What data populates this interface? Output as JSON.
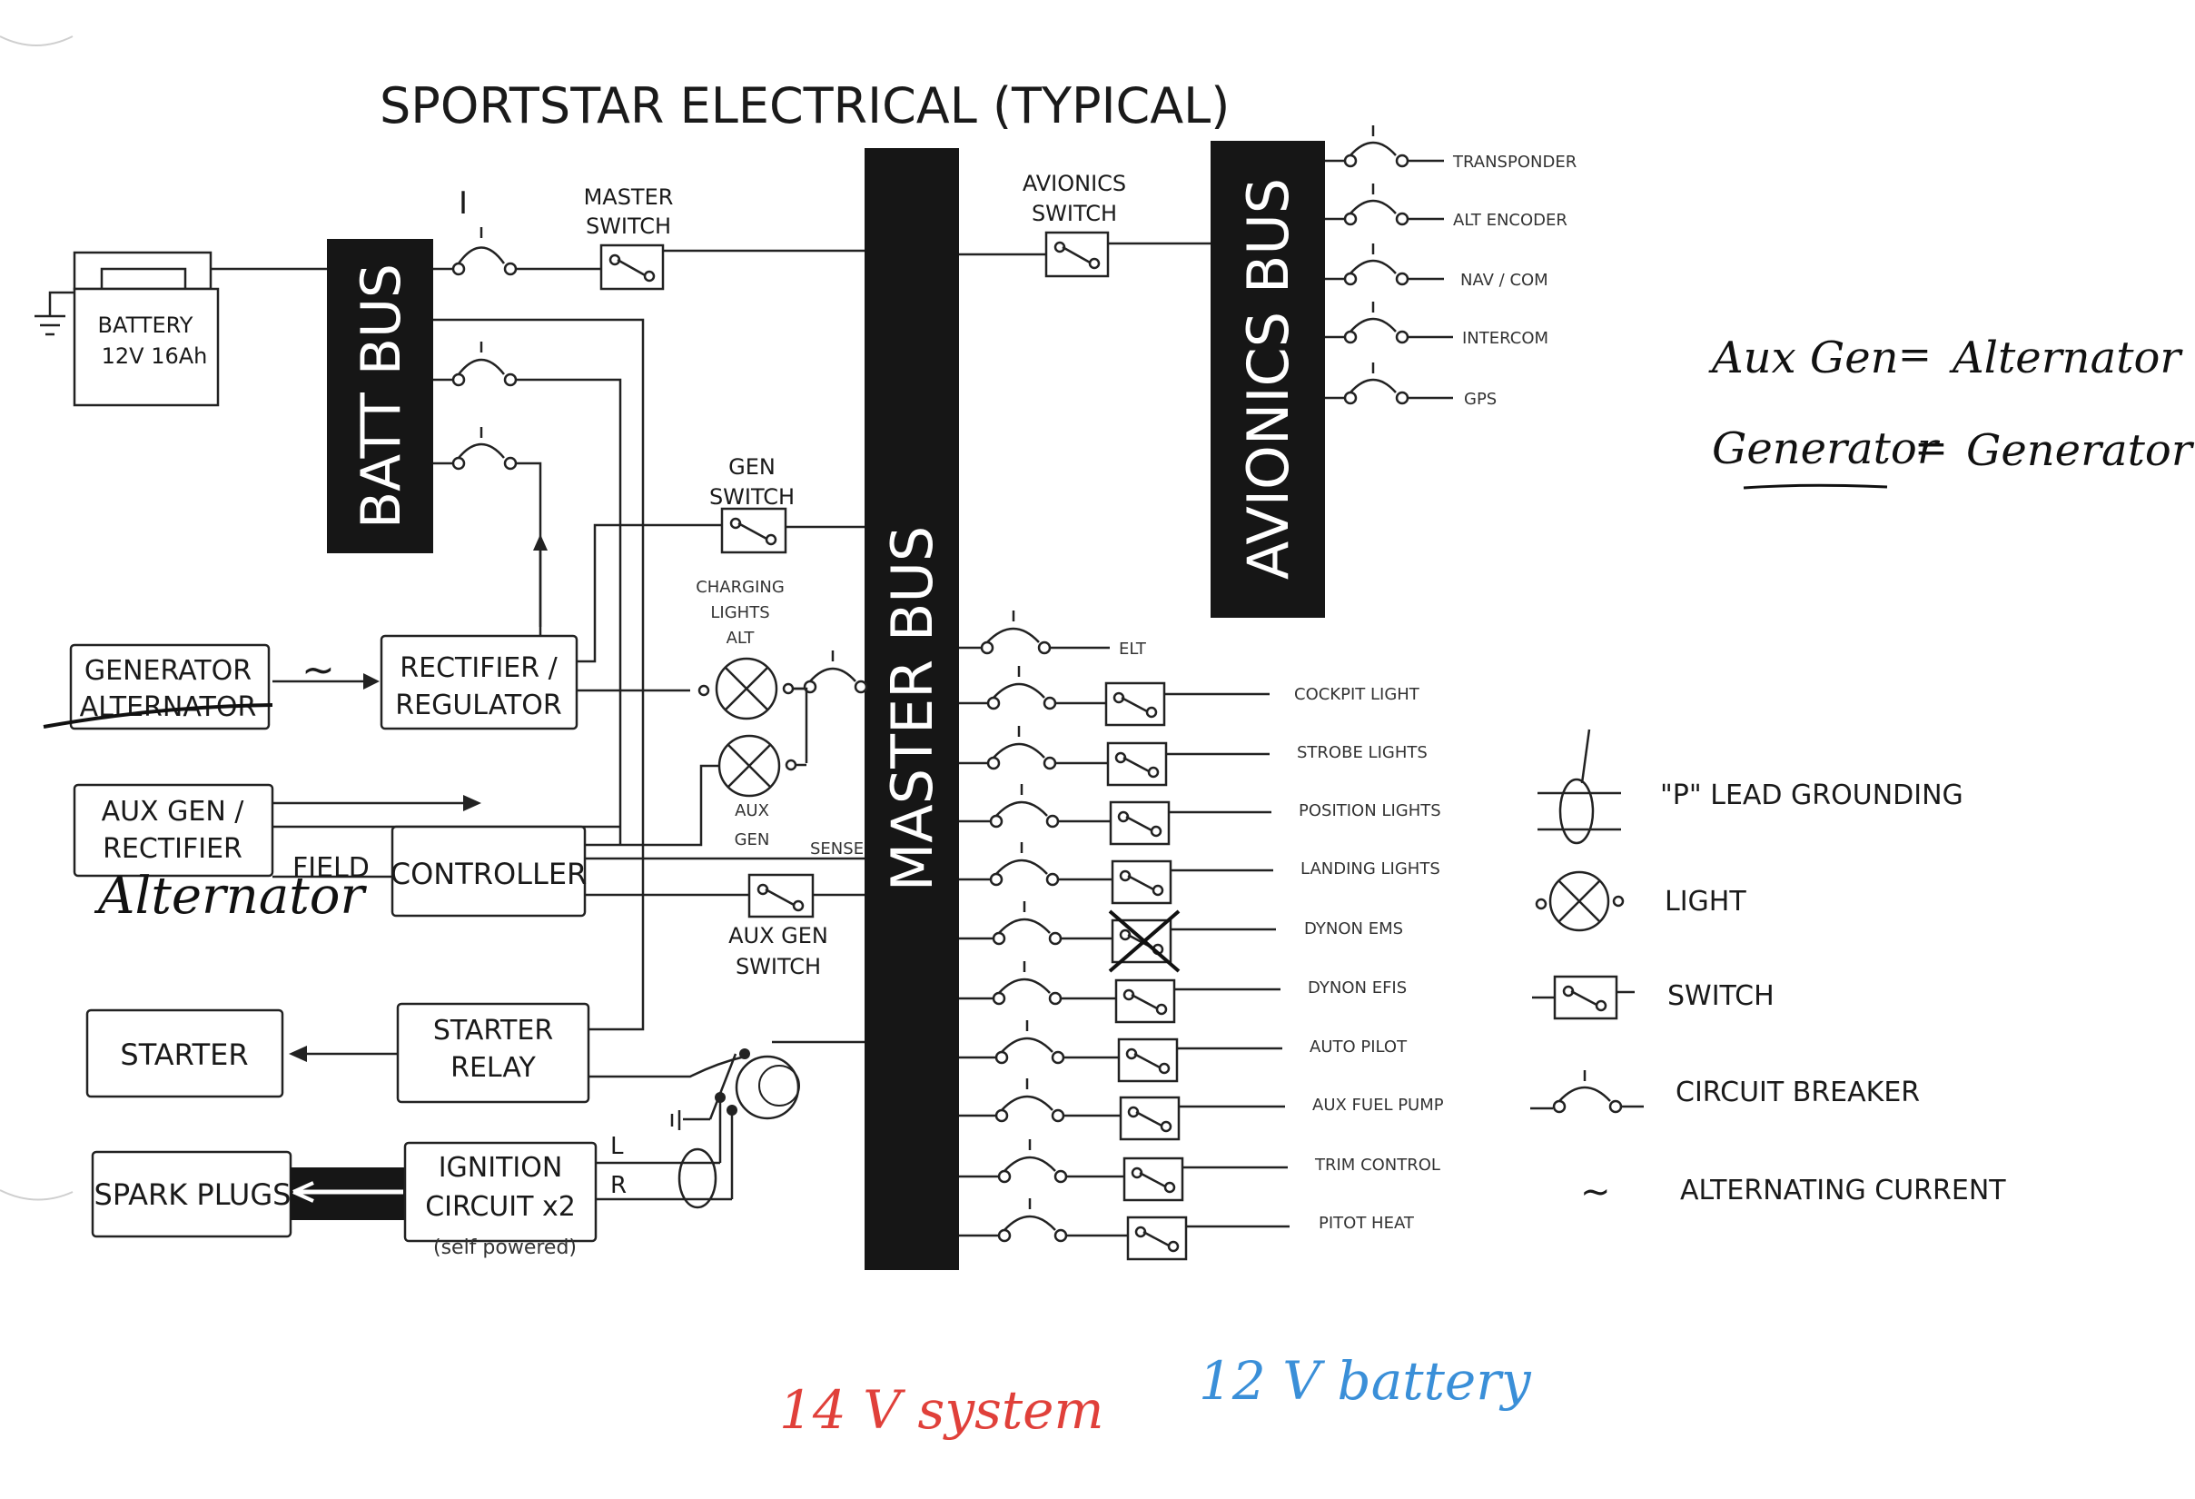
{
  "title": "SPORTSTAR ELECTRICAL (TYPICAL)",
  "buses": {
    "batt": "BATT BUS",
    "master": "MASTER BUS",
    "avionics": "AVIONICS BUS"
  },
  "components": {
    "battery_line1": "BATTERY",
    "battery_line2": "12V 16Ah",
    "generator_line1": "GENERATOR",
    "generator_line2": "ALTERNATOR",
    "rectifier_line1": "RECTIFIER /",
    "rectifier_line2": "REGULATOR",
    "auxgen_line1": "AUX GEN /",
    "auxgen_line2": "RECTIFIER",
    "controller": "CONTROLLER",
    "starter": "STARTER",
    "starter_relay_line1": "STARTER",
    "starter_relay_line2": "RELAY",
    "spark_plugs": "SPARK PLUGS",
    "ignition_line1": "IGNITION",
    "ignition_line2": "CIRCUIT x2",
    "ignition_note": "(self powered)"
  },
  "labels": {
    "master_switch_1": "MASTER",
    "master_switch_2": "SWITCH",
    "avionics_switch_1": "AVIONICS",
    "avionics_switch_2": "SWITCH",
    "gen_switch_1": "GEN",
    "gen_switch_2": "SWITCH",
    "charging_1": "CHARGING",
    "charging_2": "LIGHTS",
    "charging_3": "ALT",
    "aux_light_1": "AUX",
    "aux_light_2": "GEN",
    "sense": "SENSE",
    "field": "FIELD",
    "aux_gen_switch_1": "AUX GEN",
    "aux_gen_switch_2": "SWITCH",
    "ac_symbol": "~",
    "ignition_l": "L",
    "ignition_r": "R",
    "breaker_mark": "I"
  },
  "avionics_loads": [
    "TRANSPONDER",
    "ALT ENCODER",
    "NAV / COM",
    "INTERCOM",
    "GPS"
  ],
  "master_loads": [
    "ELT",
    "COCKPIT LIGHT",
    "STROBE LIGHTS",
    "POSITION LIGHTS",
    "LANDING LIGHTS",
    "DYNON EMS",
    "DYNON EFIS",
    "AUTO PILOT",
    "AUX FUEL PUMP",
    "TRIM CONTROL",
    "PITOT HEAT"
  ],
  "legend": {
    "p_lead": "\"P\" LEAD GROUNDING",
    "light": "LIGHT",
    "switch": "SWITCH",
    "breaker": "CIRCUIT BREAKER",
    "ac_symbol": "~",
    "ac": "ALTERNATING CURRENT"
  },
  "handwritten": {
    "note1_left": "Aux Gen",
    "note1_eq": "=",
    "note1_right": "Alternator",
    "note2_left": "Generator",
    "note2_eq": "=",
    "note2_right": "Generator",
    "alternator_label": "Alternator",
    "system_14v": "14 V system",
    "battery_12v": "12 V battery"
  },
  "colors": {
    "ink": "#1a1a1a",
    "bus_fill": "#161616",
    "red_note": "#e0403a",
    "blue_note": "#3a8fd8"
  }
}
